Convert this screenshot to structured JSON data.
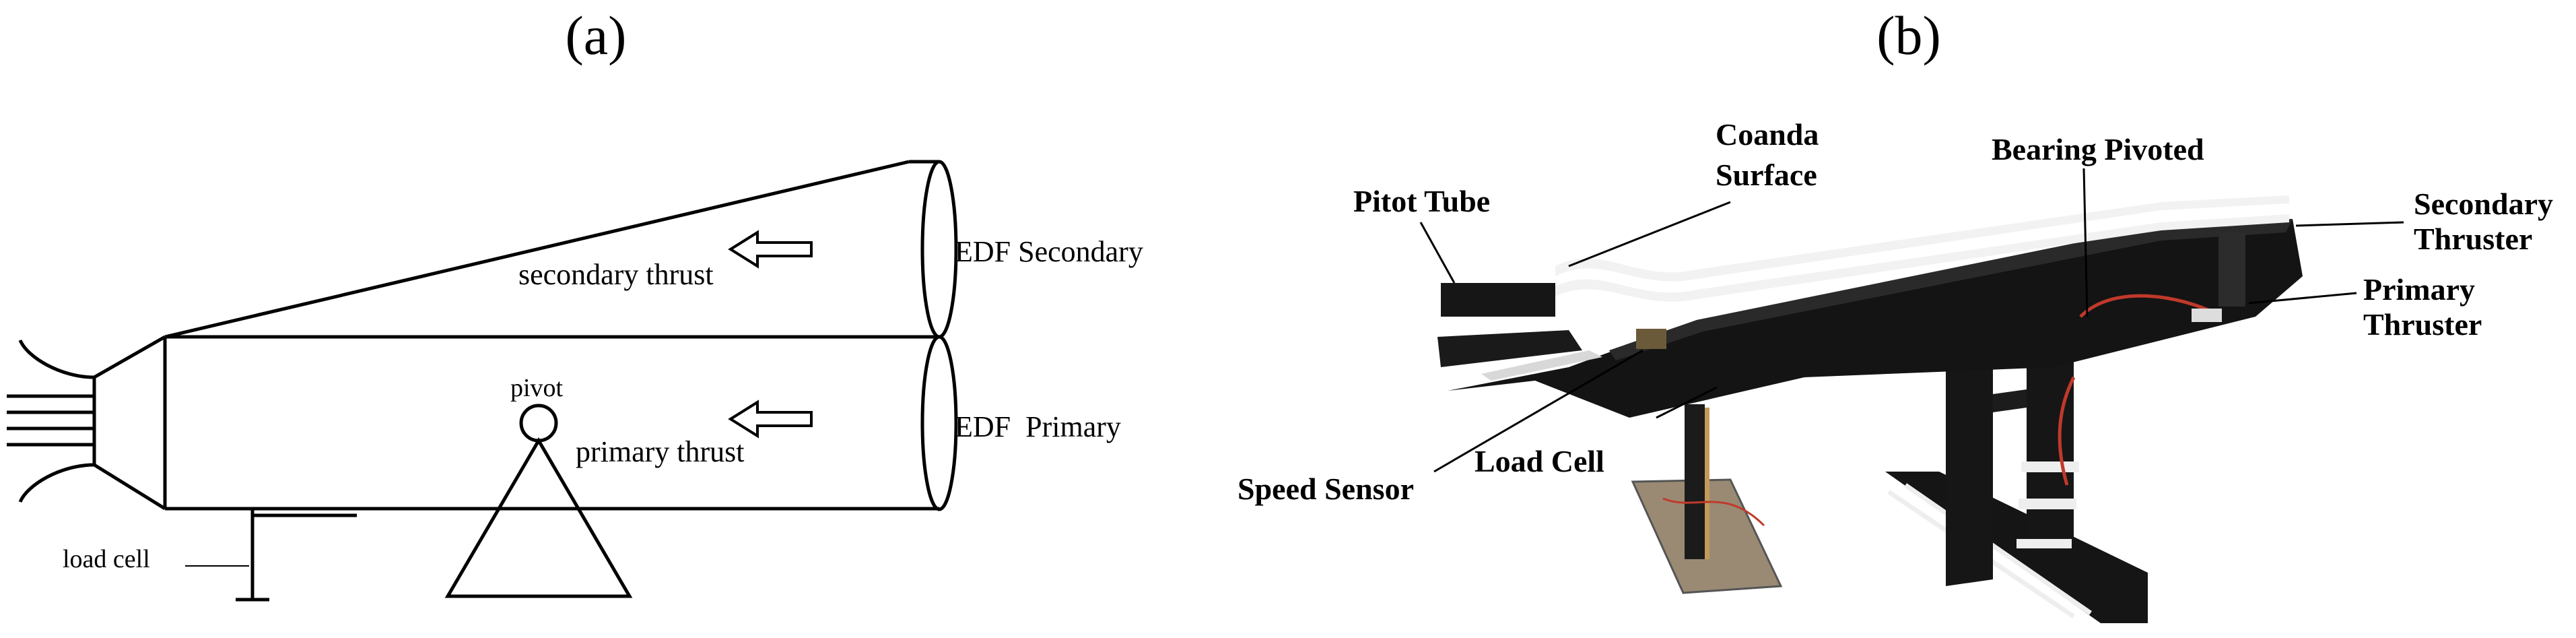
{
  "panel_a": {
    "tag": "(a)",
    "labels": {
      "edf_secondary": "EDF Secondary",
      "secondary_thrust": "secondary thrust",
      "pivot": "pivot",
      "primary_thrust": "primary thrust",
      "edf_primary": "EDF  Primary",
      "load_cell": "load cell"
    }
  },
  "panel_b": {
    "tag": "(b)",
    "labels": {
      "coanda_1": "Coanda",
      "coanda_2": "Surface",
      "pitot_tube": "Pitot Tube",
      "bearing_pivoted": "Bearing Pivoted",
      "secondary_1": "Secondary",
      "secondary_2": "Thruster",
      "primary_1": "Primary",
      "primary_2": "Thruster",
      "load_cell": "Load Cell",
      "speed_sensor": "Speed Sensor"
    }
  }
}
